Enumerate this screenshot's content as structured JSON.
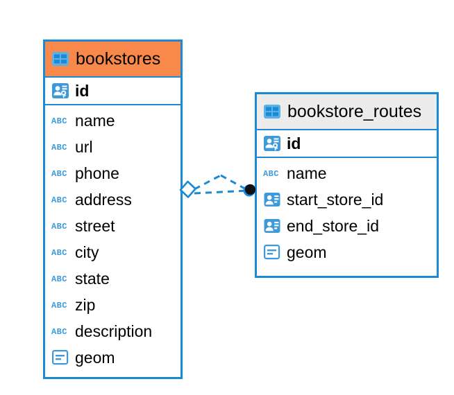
{
  "diagram": {
    "type": "entity-relationship-diagram",
    "background": "#ffffff",
    "accent_color": "#1a8ad4",
    "header_orange": "#f8894a",
    "header_grey": "#ececec",
    "entities": [
      {
        "name": "bookstores",
        "header_style": "orange",
        "header_icon": "table-icon",
        "primary_key": {
          "label": "id",
          "icon": "primary-key-icon"
        },
        "fields": [
          {
            "label": "name",
            "icon": "text-abc-icon"
          },
          {
            "label": "url",
            "icon": "text-abc-icon"
          },
          {
            "label": "phone",
            "icon": "text-abc-icon"
          },
          {
            "label": "address",
            "icon": "text-abc-icon"
          },
          {
            "label": "street",
            "icon": "text-abc-icon"
          },
          {
            "label": "city",
            "icon": "text-abc-icon"
          },
          {
            "label": "state",
            "icon": "text-abc-icon"
          },
          {
            "label": "zip",
            "icon": "text-abc-icon"
          },
          {
            "label": "description",
            "icon": "text-abc-icon"
          },
          {
            "label": "geom",
            "icon": "geometry-icon"
          }
        ]
      },
      {
        "name": "bookstore_routes",
        "header_style": "grey",
        "header_icon": "table-icon",
        "primary_key": {
          "label": "id",
          "icon": "primary-key-icon"
        },
        "fields": [
          {
            "label": "name",
            "icon": "text-abc-icon"
          },
          {
            "label": "start_store_id",
            "icon": "foreign-key-icon"
          },
          {
            "label": "end_store_id",
            "icon": "foreign-key-icon"
          },
          {
            "label": "geom",
            "icon": "geometry-icon"
          }
        ]
      }
    ],
    "relationship": {
      "from": "bookstores",
      "to": "bookstore_routes",
      "line_style": "dashed",
      "source_marker": "rhombus-marker",
      "target_marker": "filled-circle-marker",
      "color": "#1a8ad4"
    }
  }
}
